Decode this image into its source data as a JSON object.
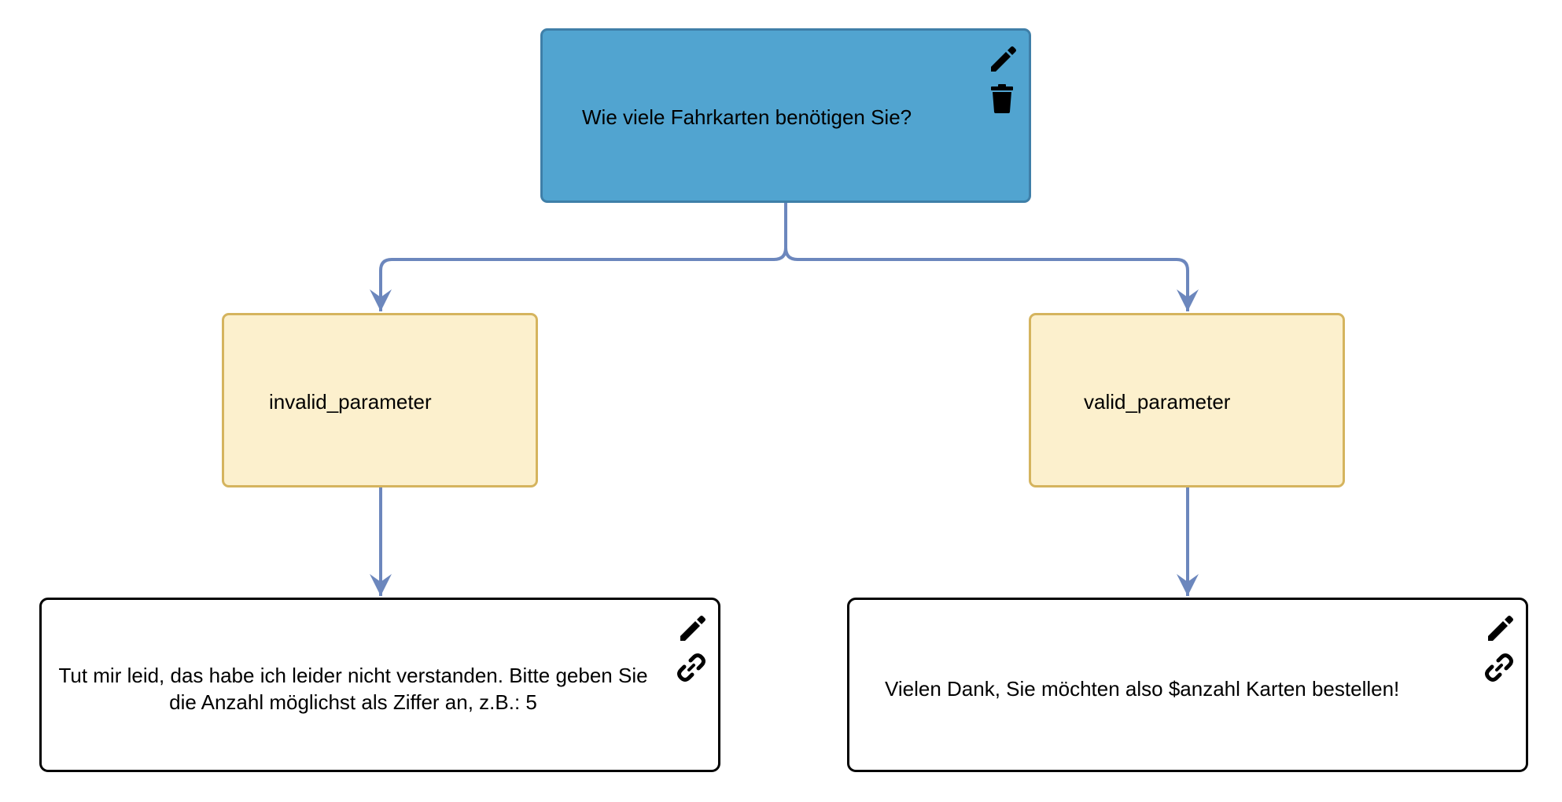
{
  "nodes": {
    "question": {
      "text": "Wie viele Fahrkarten benötigen Sie?",
      "icons": [
        "edit-icon",
        "delete-icon"
      ]
    },
    "intent_invalid": {
      "text": "invalid_parameter"
    },
    "intent_valid": {
      "text": "valid_parameter"
    },
    "answer_invalid": {
      "text": "Tut mir leid, das habe ich leider nicht verstanden. Bitte geben Sie die Anzahl möglichst als Ziffer an, z.B.: 5",
      "icons": [
        "edit-icon",
        "link-icon"
      ]
    },
    "answer_valid": {
      "text": "Vielen Dank, Sie möchten also $anzahl Karten bestellen!",
      "icons": [
        "edit-icon",
        "link-icon"
      ]
    }
  },
  "edges": [
    {
      "from": "question",
      "to": "intent_invalid"
    },
    {
      "from": "question",
      "to": "intent_valid"
    },
    {
      "from": "intent_invalid",
      "to": "answer_invalid"
    },
    {
      "from": "intent_valid",
      "to": "answer_valid"
    }
  ],
  "colors": {
    "question_fill": "#51a4d0",
    "question_border": "#3f7fa8",
    "intent_fill": "#fcf0cd",
    "intent_border": "#d5b45e",
    "answer_fill": "#ffffff",
    "answer_border": "#000000",
    "connector": "#6c87bd"
  }
}
